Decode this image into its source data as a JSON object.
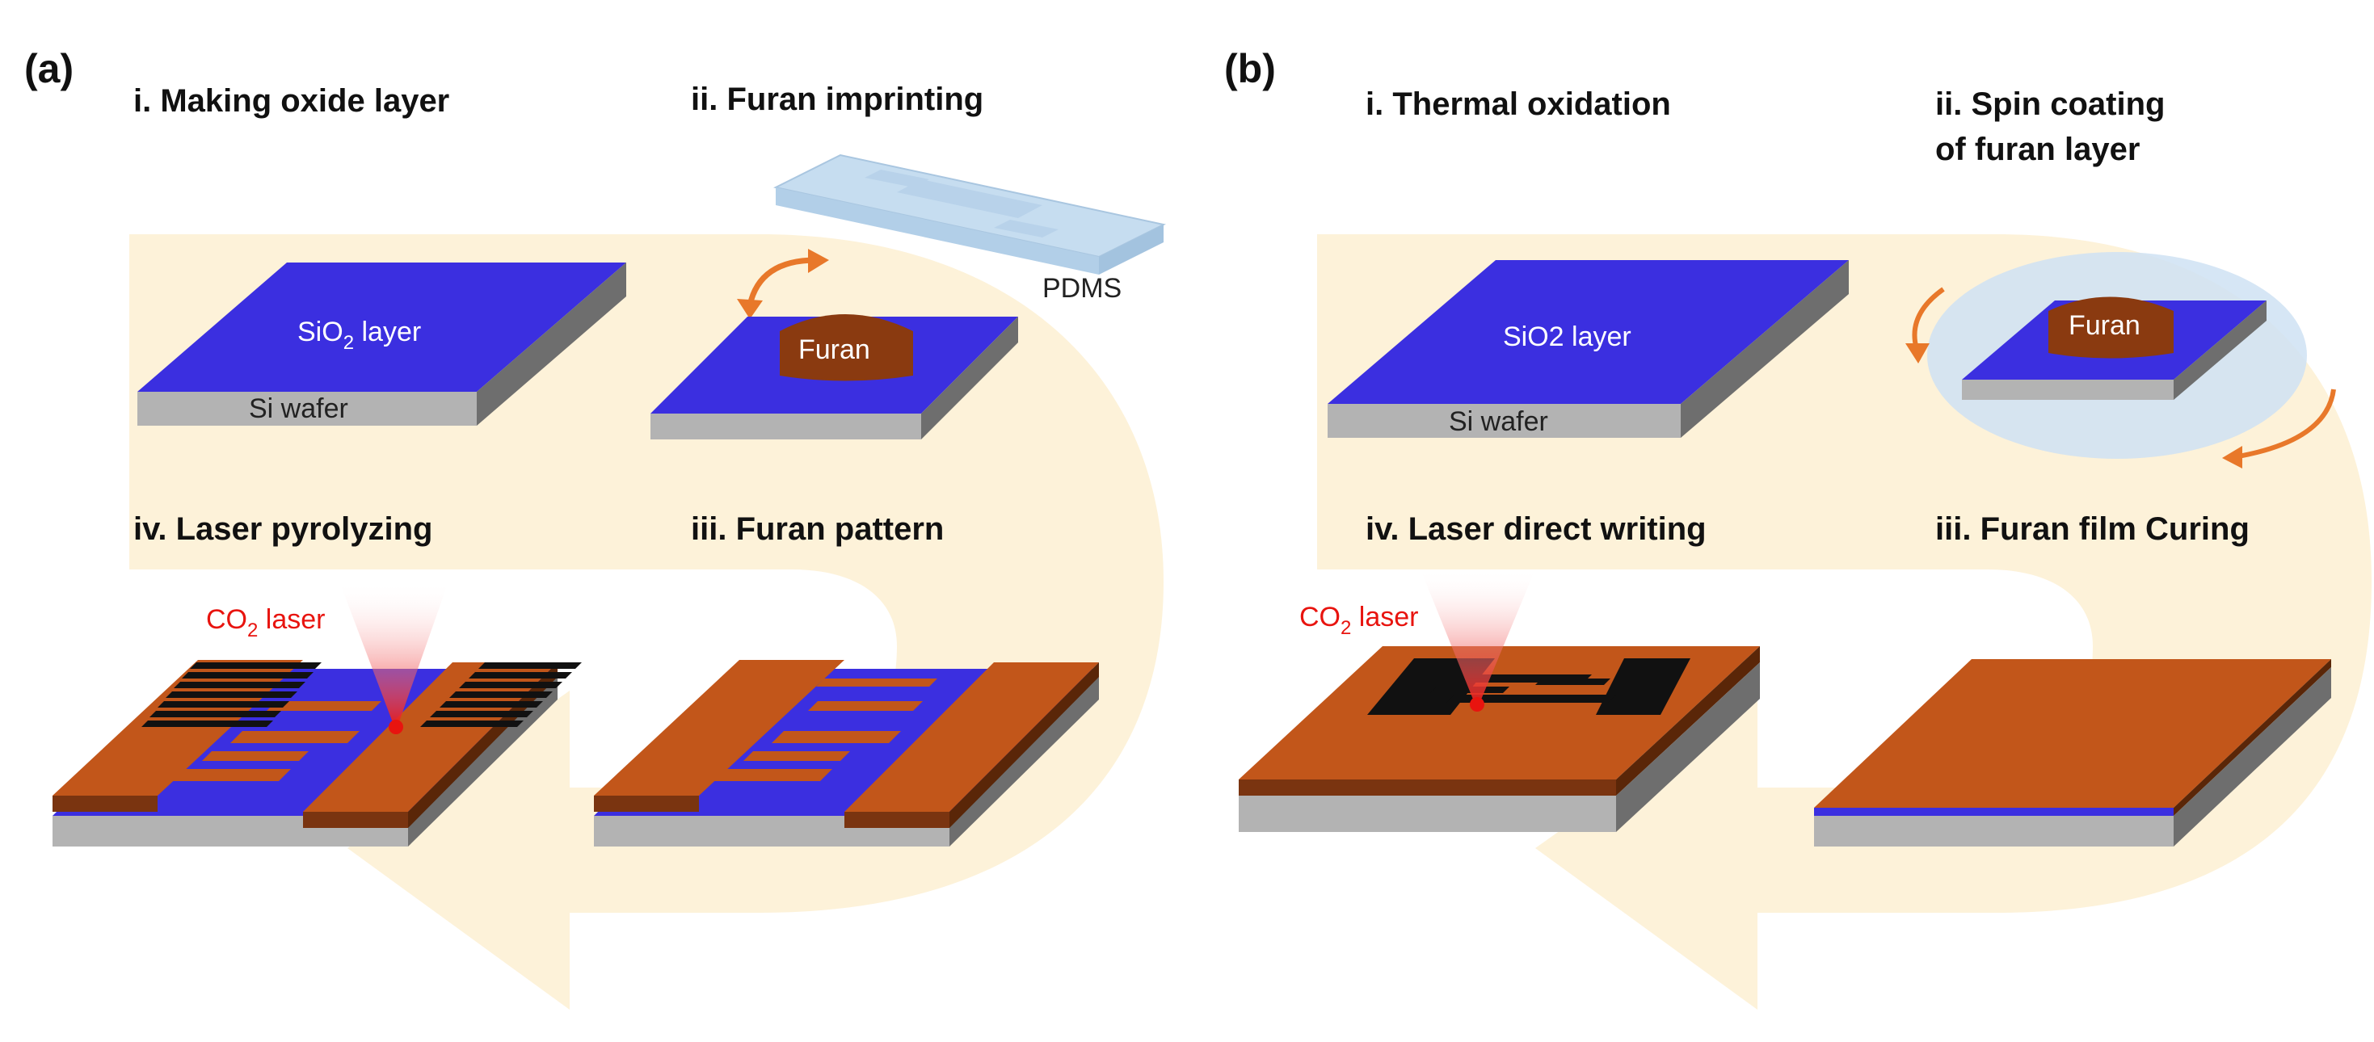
{
  "panels": {
    "a": {
      "label": "(a)",
      "steps": {
        "s1": "i. Making oxide layer",
        "s2": "ii. Furan imprinting",
        "s3": "iii. Furan pattern",
        "s4": "iv. Laser pyrolyzing"
      },
      "labels": {
        "sio2_main": "SiO",
        "sio2_sub": "2",
        "sio2_rest": " layer",
        "si_wafer": "Si wafer",
        "furan": "Furan",
        "pdms": "PDMS",
        "laser_main": "CO",
        "laser_sub": "2",
        "laser_rest": " laser"
      }
    },
    "b": {
      "label": "(b)",
      "steps": {
        "s1": "i. Thermal oxidation",
        "s2_line1": "ii. Spin coating",
        "s2_line2": "of furan layer",
        "s3": "iii. Furan film Curing",
        "s4": "iv. Laser direct writing"
      },
      "labels": {
        "sio2": "SiO2 layer",
        "si_wafer": "Si wafer",
        "furan": "Furan",
        "laser_main": "CO",
        "laser_sub": "2",
        "laser_rest": " laser"
      }
    }
  },
  "colors": {
    "arrow_fill": "#fdf2d9",
    "sio2_blue": "#3b2fe0",
    "si_gray": "#b3b3b3",
    "furan_brown": "#c2561a",
    "furan_dark": "#7a3410",
    "laser_red": "#e8140f",
    "pdms_blue": "#c6ddf0",
    "text": "#111111"
  }
}
